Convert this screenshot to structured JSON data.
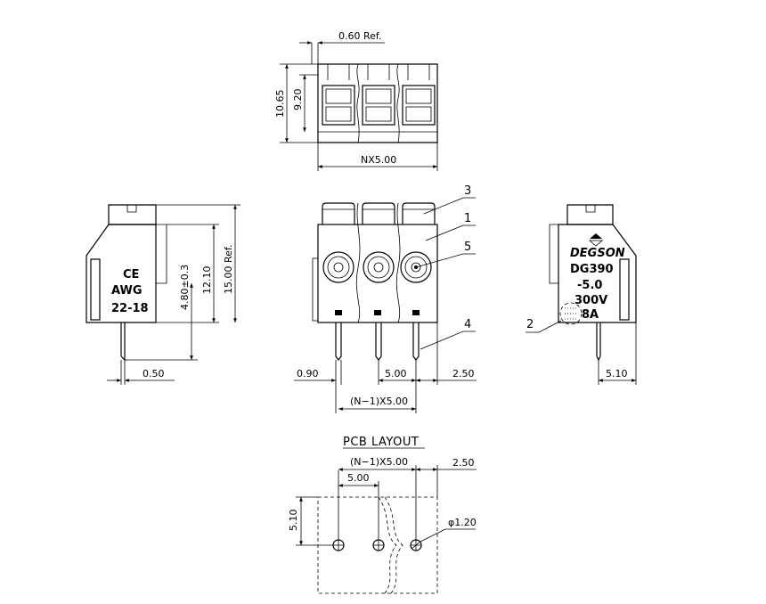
{
  "top_view": {
    "dim_ref": "0.60 Ref.",
    "dim_height_outer": "10.65",
    "dim_height_inner": "9.20",
    "dim_width": "NX5.00"
  },
  "side_left": {
    "ce_mark": "CE",
    "wire_label": "AWG",
    "wire_range": "22-18",
    "dim_pin": "4.80±0.3",
    "dim_body": "12.10",
    "dim_total": "15.00 Ref.",
    "dim_pin_width": "0.50"
  },
  "front_view": {
    "dim_left": "0.90",
    "dim_pitch": "5.00",
    "dim_right": "2.50",
    "dim_span": "(N−1)X5.00",
    "callouts": [
      "1",
      "2",
      "3",
      "4",
      "5"
    ]
  },
  "side_right": {
    "brand": "DEGSON",
    "model_line1": "DG390",
    "model_line2": "-5.0",
    "voltage": "300V",
    "current": "8A",
    "dim_offset": "5.10"
  },
  "pcb_layout": {
    "title": "PCB LAYOUT",
    "dim_span": "(N−1)X5.00",
    "dim_edge": "2.50",
    "dim_pitch": "5.00",
    "dim_height": "5.10",
    "dim_hole": "φ1.20"
  }
}
